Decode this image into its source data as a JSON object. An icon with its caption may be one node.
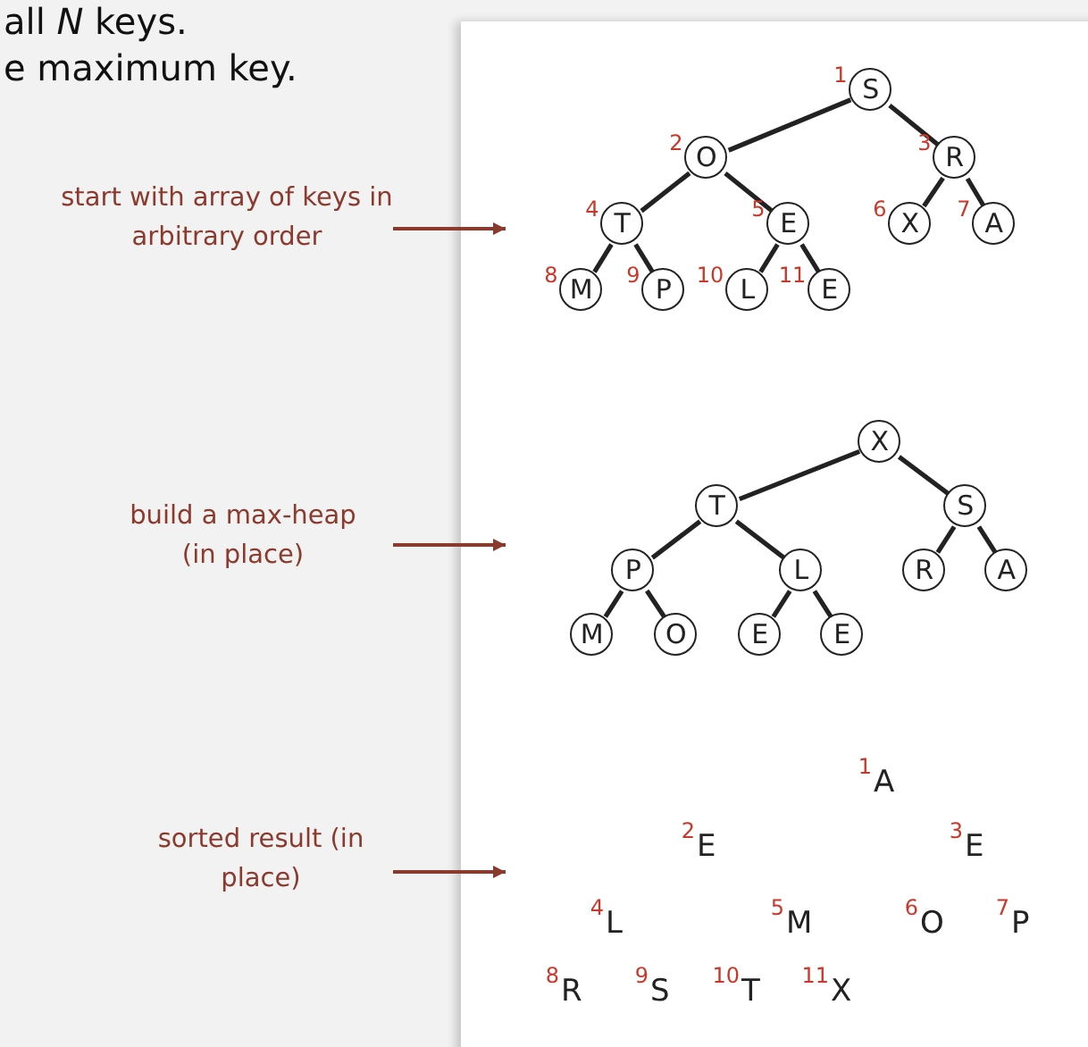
{
  "diagram": {
    "nodes": [
      {
        "text": [
          "start with array of keys in arbitrary order"
        ]
      },
      {
        "text": [
          "build a max-heap (in place)"
        ]
      },
      {
        "text": [
          "sorted result (in place)"
        ]
      },
      {
        "text": [
          "S"
        ],
        "beside": [
          "1"
        ]
      },
      {
        "text": [
          "O"
        ],
        "beside": [
          "2"
        ]
      },
      {
        "text": [
          "R"
        ],
        "beside": [
          "3"
        ]
      },
      {
        "text": [
          "T"
        ],
        "beside": [
          "4"
        ]
      },
      {
        "text": [
          "E"
        ],
        "beside": [
          "5"
        ]
      },
      {
        "text": [
          "X"
        ],
        "beside": [
          "6"
        ]
      },
      {
        "text": [
          "A"
        ],
        "beside": [
          "7"
        ]
      },
      {
        "text": [
          "M"
        ],
        "beside": [
          "8"
        ]
      },
      {
        "text": [
          "P"
        ],
        "beside": [
          "9"
        ]
      },
      {
        "text": [
          "L"
        ],
        "beside": [
          "10"
        ]
      },
      {
        "text": [
          "E"
        ],
        "beside": [
          "11"
        ]
      },
      {
        "text": [
          "X"
        ]
      },
      {
        "text": [
          "T"
        ]
      },
      {
        "text": [
          "S"
        ]
      },
      {
        "text": [
          "P"
        ]
      },
      {
        "text": [
          "L"
        ]
      },
      {
        "text": [
          "R"
        ]
      },
      {
        "text": [
          "A"
        ]
      },
      {
        "text": [
          "M"
        ]
      },
      {
        "text": [
          "O"
        ]
      },
      {
        "text": [
          "E"
        ]
      },
      {
        "text": [
          "E"
        ]
      }
    ],
    "edges": [
      {
        "from": 0,
        "to": null,
        "arrow": "to",
        "color": "#8b3a2e"
      },
      {
        "from": 1,
        "to": null,
        "arrow": "to",
        "color": "#8b3a2e"
      },
      {
        "from": 2,
        "to": null,
        "arrow": "to",
        "color": "#8b3a2e"
      },
      {
        "from": 3,
        "to": 4,
        "arrow": "none"
      },
      {
        "from": 3,
        "to": 5,
        "arrow": "none"
      },
      {
        "from": 4,
        "to": 6,
        "arrow": "none"
      },
      {
        "from": 4,
        "to": 7,
        "arrow": "none"
      },
      {
        "from": 5,
        "to": 8,
        "arrow": "none"
      },
      {
        "from": 5,
        "to": 9,
        "arrow": "none"
      },
      {
        "from": 6,
        "to": 10,
        "arrow": "none"
      },
      {
        "from": 6,
        "to": 11,
        "arrow": "none"
      },
      {
        "from": 7,
        "to": 12,
        "arrow": "none"
      },
      {
        "from": 7,
        "to": 13,
        "arrow": "none"
      },
      {
        "from": 14,
        "to": 15,
        "arrow": "none"
      },
      {
        "from": 14,
        "to": 16,
        "arrow": "none"
      },
      {
        "from": 15,
        "to": 17,
        "arrow": "none"
      },
      {
        "from": 15,
        "to": 18,
        "arrow": "none"
      },
      {
        "from": 16,
        "to": 19,
        "arrow": "none"
      },
      {
        "from": 16,
        "to": 20,
        "arrow": "none"
      },
      {
        "from": 17,
        "to": 21,
        "arrow": "none"
      },
      {
        "from": 17,
        "to": 22,
        "arrow": "none"
      },
      {
        "from": 18,
        "to": 23,
        "arrow": "none"
      },
      {
        "from": 18,
        "to": 24,
        "arrow": "none"
      }
    ],
    "labels": [
      "all *N* keys.",
      "e maximum key.",
      "1",
      "A",
      "2",
      "E",
      "3",
      "E",
      "4",
      "L",
      "5",
      "M",
      "6",
      "O",
      "7",
      "P",
      "8",
      "R",
      "9",
      "S",
      "10",
      "T",
      "11",
      "X"
    ]
  }
}
